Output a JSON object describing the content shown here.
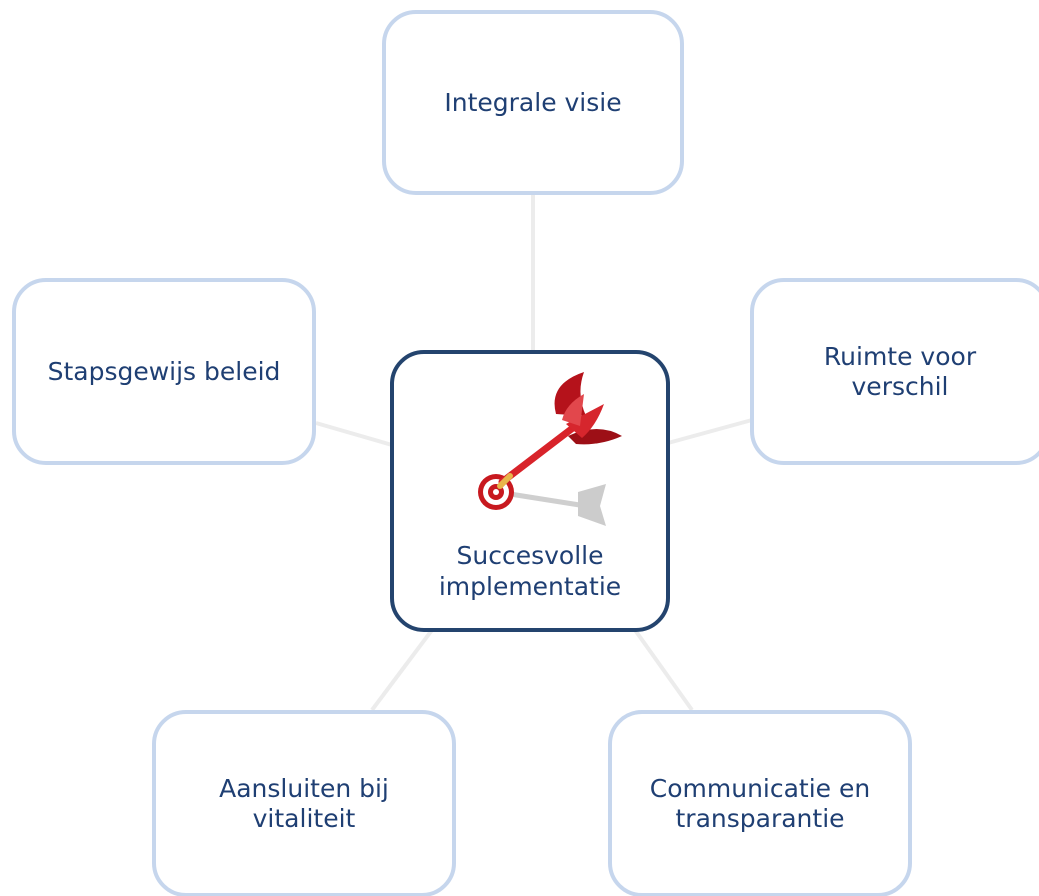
{
  "diagram": {
    "center": {
      "label": "Succesvolle implementatie",
      "line1": "Succesvolle",
      "line2": "implementatie",
      "icon": "dart-target-icon"
    },
    "nodes": {
      "top": {
        "line1": "Integrale visie",
        "line2": ""
      },
      "left": {
        "line1": "Stapsgewijs beleid",
        "line2": ""
      },
      "right": {
        "line1": "Ruimte voor",
        "line2": "verschil"
      },
      "bottom_left": {
        "line1": "Aansluiten bij",
        "line2": "vitaliteit"
      },
      "bottom_right": {
        "line1": "Communicatie en",
        "line2": "transparantie"
      }
    },
    "colors": {
      "node_border": "#c6d6ed",
      "center_border": "#24446e",
      "text": "#1f3f73",
      "connector": "#ececec",
      "dart_red": "#c8191f"
    }
  }
}
